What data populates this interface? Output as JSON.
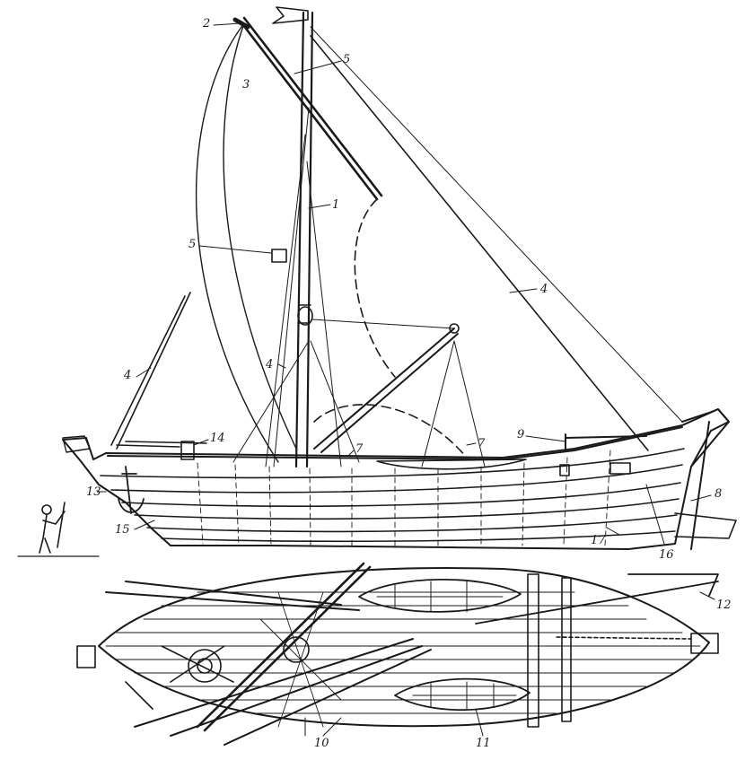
{
  "figure": {
    "labels": [
      "1",
      "2",
      "3",
      "4",
      "5",
      "7",
      "8",
      "9",
      "10",
      "11",
      "12",
      "13",
      "15",
      "16",
      "17"
    ]
  },
  "colors": {
    "ink": "#1a1a1a",
    "paper": "#ffffff"
  }
}
